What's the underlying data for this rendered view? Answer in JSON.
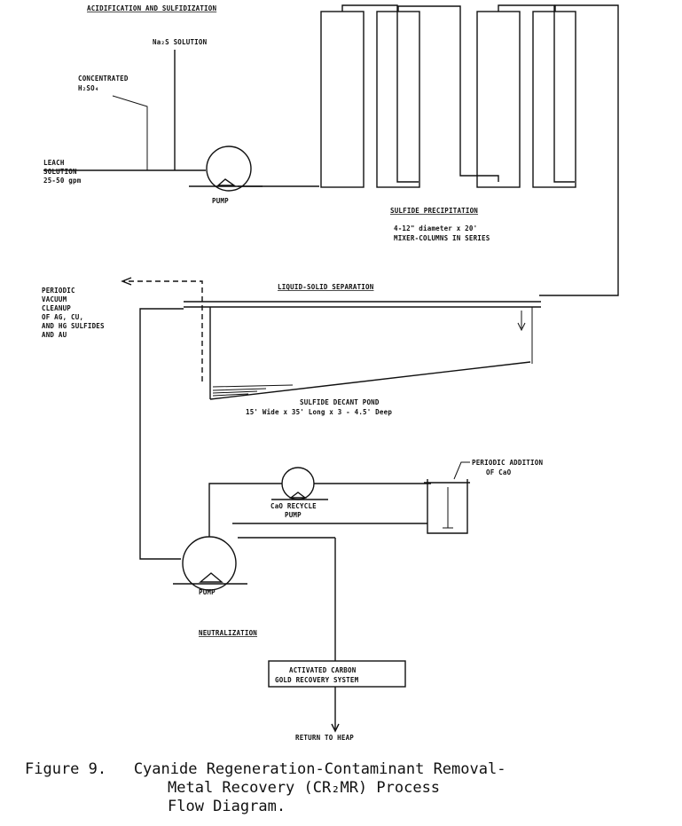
{
  "headings": {
    "acidification": "ACIDIFICATION AND SULFIDIZATION",
    "sulfide_precipitation": "SULFIDE PRECIPITATION",
    "liquid_solid": "LIQUID-SOLID SEPARATION",
    "neutralization": "NEUTRALIZATION"
  },
  "inputs": {
    "na2s": "Na₂S SOLUTION",
    "h2so4_line1": "CONCENTRATED",
    "h2so4_line2": "H₂SO₄",
    "leach_line1": "LEACH",
    "leach_line2": "SOLUTION",
    "leach_line3": "25-50 gpm"
  },
  "pumps": {
    "pump1": "PUMP",
    "cao_line1": "CaO RECYCLE",
    "cao_line2": "PUMP",
    "pump3": "PUMP"
  },
  "columns": {
    "line1": "4-12\" diameter x 20'",
    "line2": "MIXER-COLUMNS IN SERIES"
  },
  "cleanup": {
    "line1": "PERIODIC",
    "line2": "VACUUM",
    "line3": "CLEANUP",
    "line4": "OF AG, CU,",
    "line5": "AND HG SULFIDES",
    "line6": "AND AU"
  },
  "pond": {
    "line1": "SULFIDE DECANT POND",
    "line2": "15' Wide x 35' Long x 3 - 4.5' Deep"
  },
  "cao_addition": {
    "line1": "PERIODIC ADDITION",
    "line2": "OF CaO"
  },
  "recovery": {
    "line1": "ACTIVATED CARBON",
    "line2": "GOLD RECOVERY SYSTEM"
  },
  "return": "RETURN TO HEAP",
  "caption": {
    "line1": "Figure 9.   Cyanide Regeneration-Contaminant Removal-",
    "line2": "Metal Recovery (CR₂MR) Process",
    "line3": "Flow Diagram."
  }
}
